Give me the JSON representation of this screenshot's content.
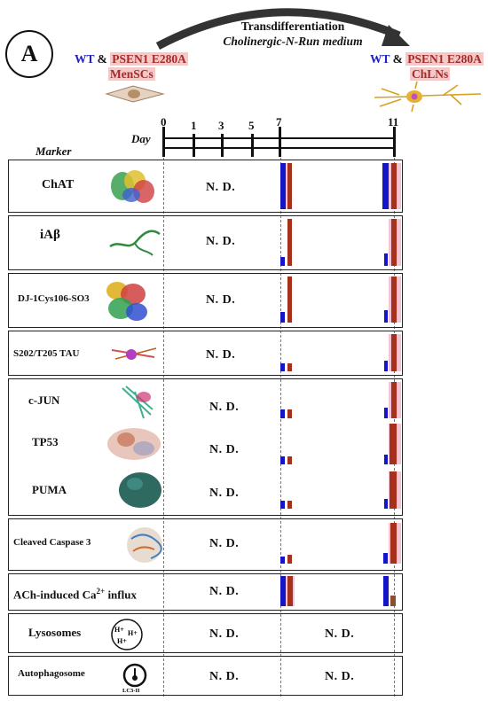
{
  "panel_label": "A",
  "header": {
    "title": "Transdifferentiation",
    "medium": "Cholinergic-N-Run medium",
    "left_wt": "WT",
    "left_amp": "&",
    "left_mut": "PSEN1 E280A",
    "left_cells": "MenSCs",
    "right_wt": "WT",
    "right_amp": "&",
    "right_mut": "PSEN1 E280A",
    "right_cells": "ChLNs"
  },
  "timeline": {
    "marker_label": "Marker",
    "day_label": "Day",
    "days": [
      "0",
      "1",
      "3",
      "5",
      "7",
      "11"
    ]
  },
  "not_detected": "N. D.",
  "rows": [
    {
      "name": "ChAT"
    },
    {
      "name": "iAβ"
    },
    {
      "name": "DJ-1Cys106-SO3"
    },
    {
      "name": "S202/T205 TAU"
    },
    {
      "name": "c-JUN"
    },
    {
      "name": "TP53"
    },
    {
      "name": "PUMA"
    },
    {
      "name": "Cleaved Caspase 3"
    },
    {
      "name": "ACh-induced Ca",
      "sup": "2+",
      "suffix": " influx"
    },
    {
      "name": "Lysosomes",
      "icon_text": "H+ H+ H+"
    },
    {
      "name": "Autophagosome",
      "icon_text": "LC3-II"
    }
  ],
  "colors": {
    "wt": "#1515c8",
    "mutant": "#a5301c",
    "highlight": "#f4c4d6"
  }
}
